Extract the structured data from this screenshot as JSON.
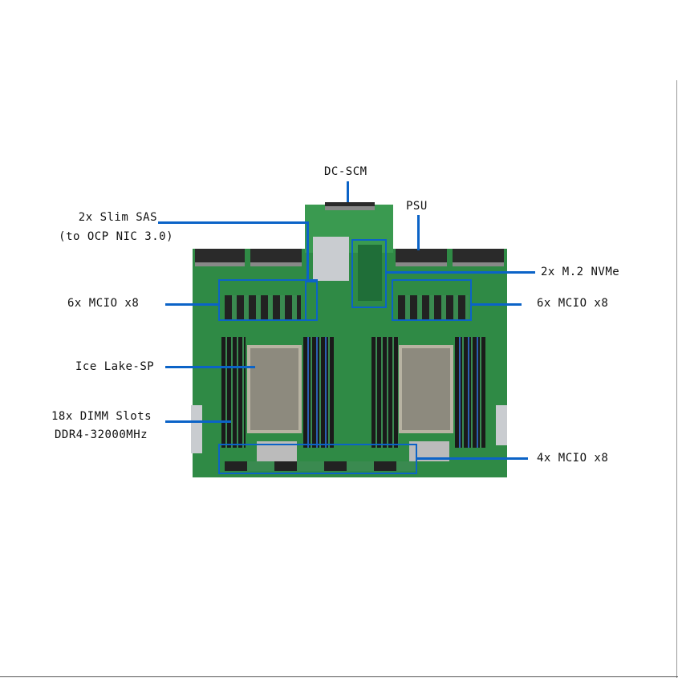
{
  "labels": {
    "dc_scm": "DC-SCM",
    "psu": "PSU",
    "slim_sas": "2x Slim SAS",
    "slim_sas_note": "(to OCP NIC 3.0)",
    "mcio_left": "6x MCIO x8",
    "cpu": "Ice Lake-SP",
    "dimm": "18x DIMM Slots",
    "dimm_type": "DDR4-32000MHz",
    "m2": "2x M.2 NVMe",
    "mcio_right": "6x MCIO x8",
    "mcio_bottom": "4x MCIO x8"
  },
  "colors": {
    "callout": "#0b63c7",
    "pcb": "#2f8a45"
  }
}
